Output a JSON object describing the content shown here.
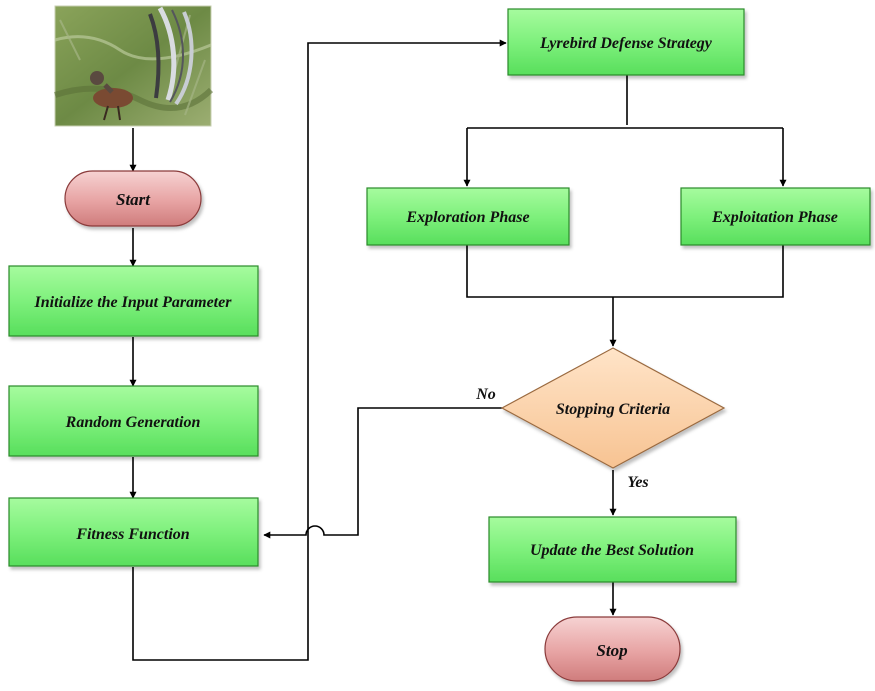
{
  "nodes": {
    "start": "Start",
    "init": "Initialize the Input Parameter",
    "random": "Random Generation",
    "fitness": "Fitness Function",
    "defense": "Lyrebird Defense Strategy",
    "exploration": "Exploration Phase",
    "exploitation": "Exploitation Phase",
    "decision": "Stopping Criteria",
    "update": "Update the Best Solution",
    "stop": "Stop"
  },
  "edges": {
    "no_label": "No",
    "yes_label": "Yes"
  },
  "colors": {
    "process_fill": "#77f57a",
    "process_stroke": "#2a8a2a",
    "terminal_fill": "#e8a2a2",
    "terminal_stroke": "#8a3a3a",
    "decision_fill": "#fbd0a8",
    "decision_stroke": "#9a6a40",
    "connector": "#000000"
  },
  "photo": {
    "subject": "lyrebird"
  }
}
